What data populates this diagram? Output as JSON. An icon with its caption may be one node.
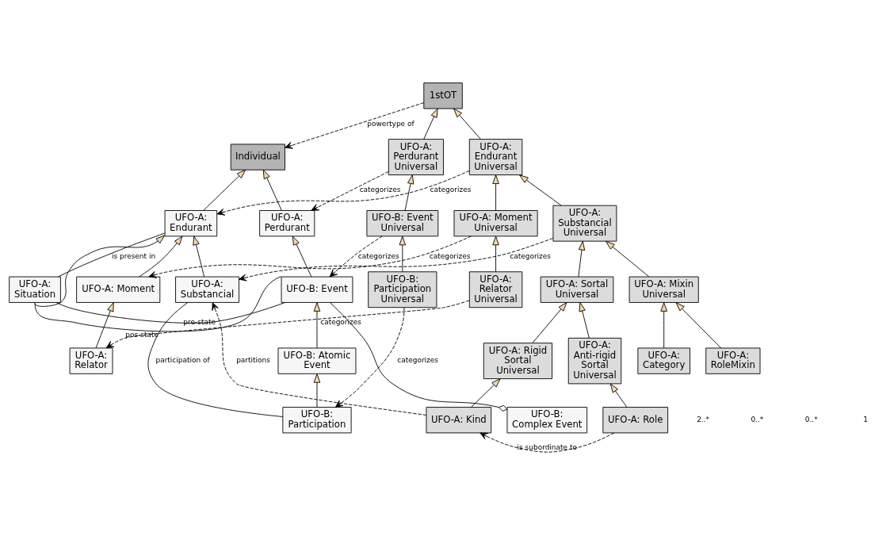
{
  "diagram": {
    "nodes": [
      {
        "text": [
          "1stOT"
        ]
      },
      {
        "text": [
          "Individual"
        ]
      },
      {
        "text": [
          "UFO-A: Perdurant Universal"
        ]
      },
      {
        "text": [
          "UFO-A: Endurant Universal"
        ]
      },
      {
        "text": [
          "UFO-A: Endurant"
        ]
      },
      {
        "text": [
          "UFO-A: Perdurant"
        ]
      },
      {
        "text": [
          "UFO-B: Event Universal"
        ]
      },
      {
        "text": [
          "UFO-A: Moment Universal"
        ]
      },
      {
        "text": [
          "UFO-A: Substancial Universal"
        ]
      },
      {
        "text": [
          "UFO-A: Situation"
        ]
      },
      {
        "text": [
          "UFO-B: Event"
        ]
      },
      {
        "text": [
          "UFO-B: Participation Universal"
        ]
      },
      {
        "text": [
          "UFO-A: Relator Universal"
        ]
      },
      {
        "text": [
          "UFO-A: Sortal Universal"
        ]
      },
      {
        "text": [
          "UFO-A: Mixin Universal"
        ]
      },
      {
        "text": [
          "UFO-A: Moment"
        ]
      },
      {
        "text": [
          "UFO-A: Substancial"
        ]
      },
      {
        "text": [
          "UFO-A: Relator"
        ]
      },
      {
        "text": [
          "UFO-B: Atomic Event"
        ]
      },
      {
        "text": [
          "UFO-B: Complex Event"
        ]
      },
      {
        "text": [
          "UFO-A: Anti-rigid Sortal Universal"
        ]
      },
      {
        "text": [
          "UFO-A: Rigid Sortal Universal"
        ]
      },
      {
        "text": [
          "UFO-B: Participation"
        ]
      },
      {
        "text": [
          "UFO-A: Role"
        ]
      },
      {
        "text": [
          "UFO-A: Kind"
        ]
      },
      {
        "text": [
          "UFO-A: Category"
        ]
      },
      {
        "text": [
          "UFO-A: RoleMixin"
        ]
      }
    ],
    "edges": [
      {
        "from": 0,
        "to": 1,
        "arrow": "to",
        "style": "dashed",
        "label": "powertype of"
      },
      {
        "from": 2,
        "to": 0,
        "arrow": "to"
      },
      {
        "from": 3,
        "to": 0,
        "arrow": "to"
      },
      {
        "from": 4,
        "to": 1,
        "arrow": "to"
      },
      {
        "from": 5,
        "to": 1,
        "arrow": "to"
      },
      {
        "from": 2,
        "to": 5,
        "arrow": "to",
        "style": "dashed",
        "label": "categorizes"
      },
      {
        "from": 6,
        "to": 10,
        "arrow": "to",
        "style": "dashed",
        "label": "categorizes"
      },
      {
        "from": 3,
        "to": 4,
        "arrow": "to",
        "style": "dashed",
        "label": "categorizes"
      },
      {
        "from": 6,
        "to": 2,
        "arrow": "to"
      },
      {
        "from": 7,
        "to": 3,
        "arrow": "to"
      },
      {
        "from": 8,
        "to": 3,
        "arrow": "to"
      },
      {
        "from": 7,
        "to": 15,
        "arrow": "to",
        "style": "dashed",
        "label": "categorizes"
      },
      {
        "from": 4,
        "to": 9,
        "arrow": "none",
        "label": "is present in"
      },
      {
        "from": 9,
        "to": 4,
        "arrow": "to"
      },
      {
        "from": 10,
        "to": 5,
        "arrow": "to"
      },
      {
        "from": 8,
        "to": 16,
        "arrow": "to",
        "style": "dashed",
        "label": "categorizes"
      },
      {
        "from": 9,
        "to": 10,
        "arrow": "none",
        "label": "pre-state"
      },
      {
        "from": 9,
        "to": 10,
        "arrow": "none",
        "label": "pos-state"
      },
      {
        "from": 11,
        "to": 6,
        "arrow": "to"
      },
      {
        "from": 12,
        "to": 7,
        "arrow": "to"
      },
      {
        "from": 13,
        "to": 8,
        "arrow": "to"
      },
      {
        "from": 14,
        "to": 8,
        "arrow": "to"
      },
      {
        "from": 15,
        "to": 4,
        "arrow": "to"
      },
      {
        "from": 16,
        "to": 4,
        "arrow": "to"
      },
      {
        "from": 12,
        "to": 17,
        "arrow": "to",
        "style": "dashed",
        "label": "categorizes"
      },
      {
        "from": 17,
        "to": 15,
        "arrow": "to"
      },
      {
        "from": 18,
        "to": 10,
        "arrow": "to"
      },
      {
        "from": 19,
        "to": 10,
        "arrow": "other"
      },
      {
        "from": 20,
        "to": 13,
        "arrow": "to"
      },
      {
        "from": 21,
        "to": 13,
        "arrow": "to"
      },
      {
        "from": 16,
        "to": 22,
        "arrow": "none",
        "label": "participation of"
      },
      {
        "from": 22,
        "to": 18,
        "arrow": "to"
      },
      {
        "from": 23,
        "to": 20,
        "arrow": "to"
      },
      {
        "from": 23,
        "to": 24,
        "arrow": "to",
        "style": "dashed",
        "label": "is subordinate to"
      },
      {
        "from": 24,
        "to": 21,
        "arrow": "to"
      },
      {
        "from": 25,
        "to": 14,
        "arrow": "to"
      },
      {
        "from": 26,
        "to": 14,
        "arrow": "to"
      },
      {
        "from": 24,
        "to": 16,
        "arrow": "to",
        "style": "dashed",
        "label": "partitions"
      },
      {
        "from": 11,
        "to": 22,
        "arrow": "to",
        "style": "dashed",
        "label": "categorizes"
      }
    ],
    "labels": [
      "2..*",
      "0..*",
      "0..*",
      "1"
    ]
  }
}
